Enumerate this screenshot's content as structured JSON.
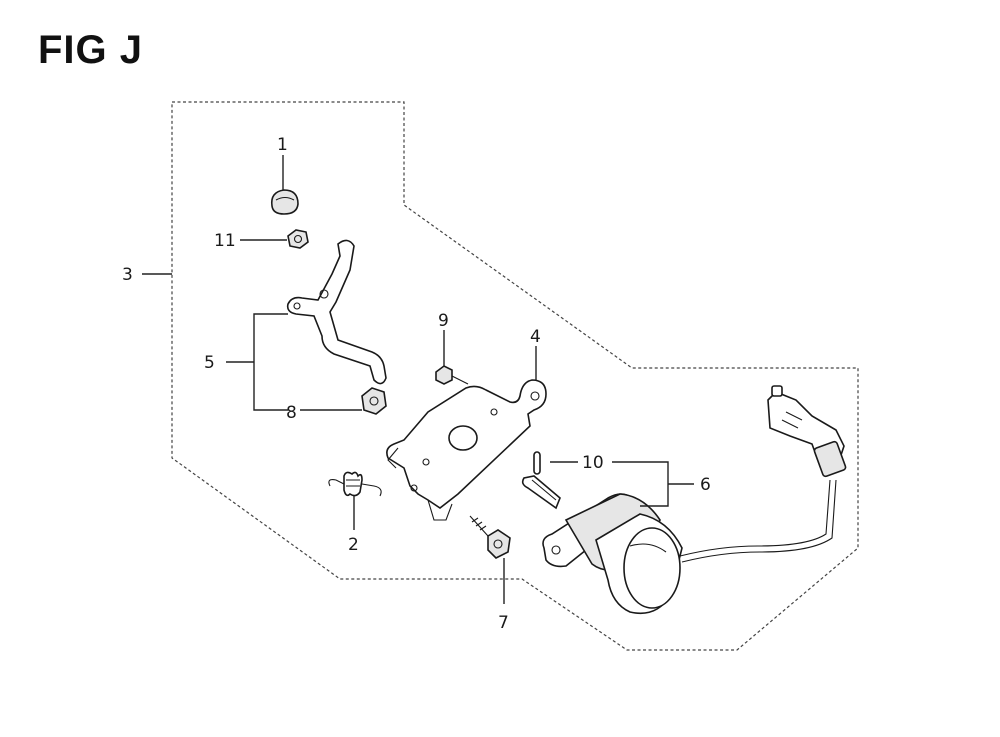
{
  "title": "FIG J",
  "callouts": {
    "c1": "1",
    "c2": "2",
    "c3": "3",
    "c4": "4",
    "c5": "5",
    "c6": "6",
    "c7": "7",
    "c8": "8",
    "c9": "9",
    "c10": "10",
    "c11": "11"
  }
}
